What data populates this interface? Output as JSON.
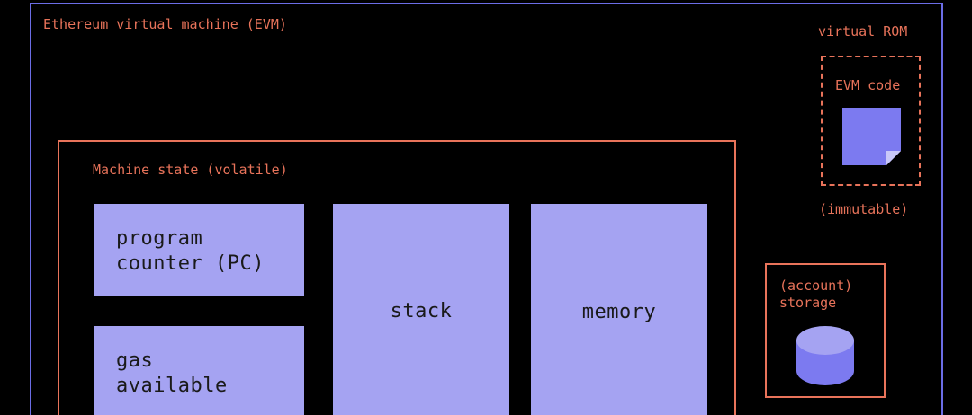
{
  "diagram": {
    "evm": {
      "title": "Ethereum virtual machine (EVM)"
    },
    "rom": {
      "title": "virtual ROM",
      "code_label": "EVM code",
      "note": "(immutable)"
    },
    "machine_state": {
      "title": "Machine state (volatile)",
      "blocks": {
        "pc_line1": "program",
        "pc_line2": "counter (PC)",
        "gas_line1": "gas",
        "gas_line2": "available",
        "stack": "stack",
        "memory": "memory"
      }
    },
    "storage": {
      "line1": "(account)",
      "line2": "storage"
    },
    "colors": {
      "background": "#000000",
      "outer_border": "#6b6de6",
      "accent_orange": "#e8735a",
      "block_fill": "#a5a3f2",
      "icon_fill": "#7c7af0",
      "text_dark": "#1a1a1a"
    }
  }
}
